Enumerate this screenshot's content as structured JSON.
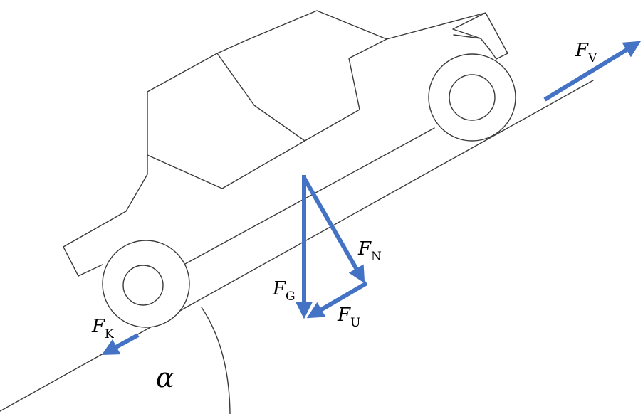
{
  "colors": {
    "force_vector": "#4472c4",
    "outline": "#3a3a3a",
    "background": "#ffffff"
  },
  "forces": {
    "gravity": {
      "symbol": "F",
      "subscript": "G"
    },
    "normal": {
      "symbol": "F",
      "subscript": "N"
    },
    "downhill": {
      "symbol": "F",
      "subscript": "U"
    },
    "drive": {
      "symbol": "F",
      "subscript": "V"
    },
    "friction": {
      "symbol": "F",
      "subscript": "K"
    }
  },
  "angle": {
    "symbol": "α"
  }
}
